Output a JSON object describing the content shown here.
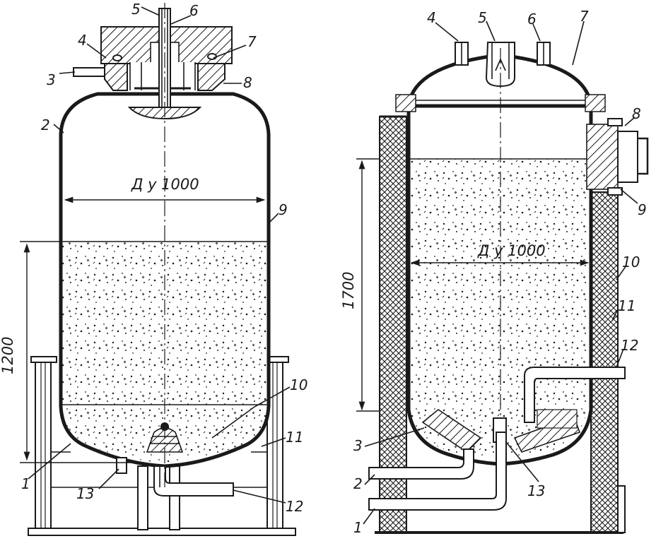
{
  "left_vessel": {
    "diameter_label": "Д у 1000",
    "height_label": "1200",
    "callouts": [
      "1",
      "2",
      "3",
      "4",
      "5",
      "6",
      "7",
      "8",
      "9",
      "10",
      "11",
      "12",
      "13"
    ]
  },
  "right_vessel": {
    "diameter_label": "Д у 1000",
    "height_label": "1700",
    "callouts": [
      "1",
      "2",
      "3",
      "4",
      "5",
      "6",
      "7",
      "8",
      "9",
      "10",
      "11",
      "12",
      "13"
    ]
  },
  "colors": {
    "ink": "#1a1a1a",
    "paper": "#ffffff"
  }
}
